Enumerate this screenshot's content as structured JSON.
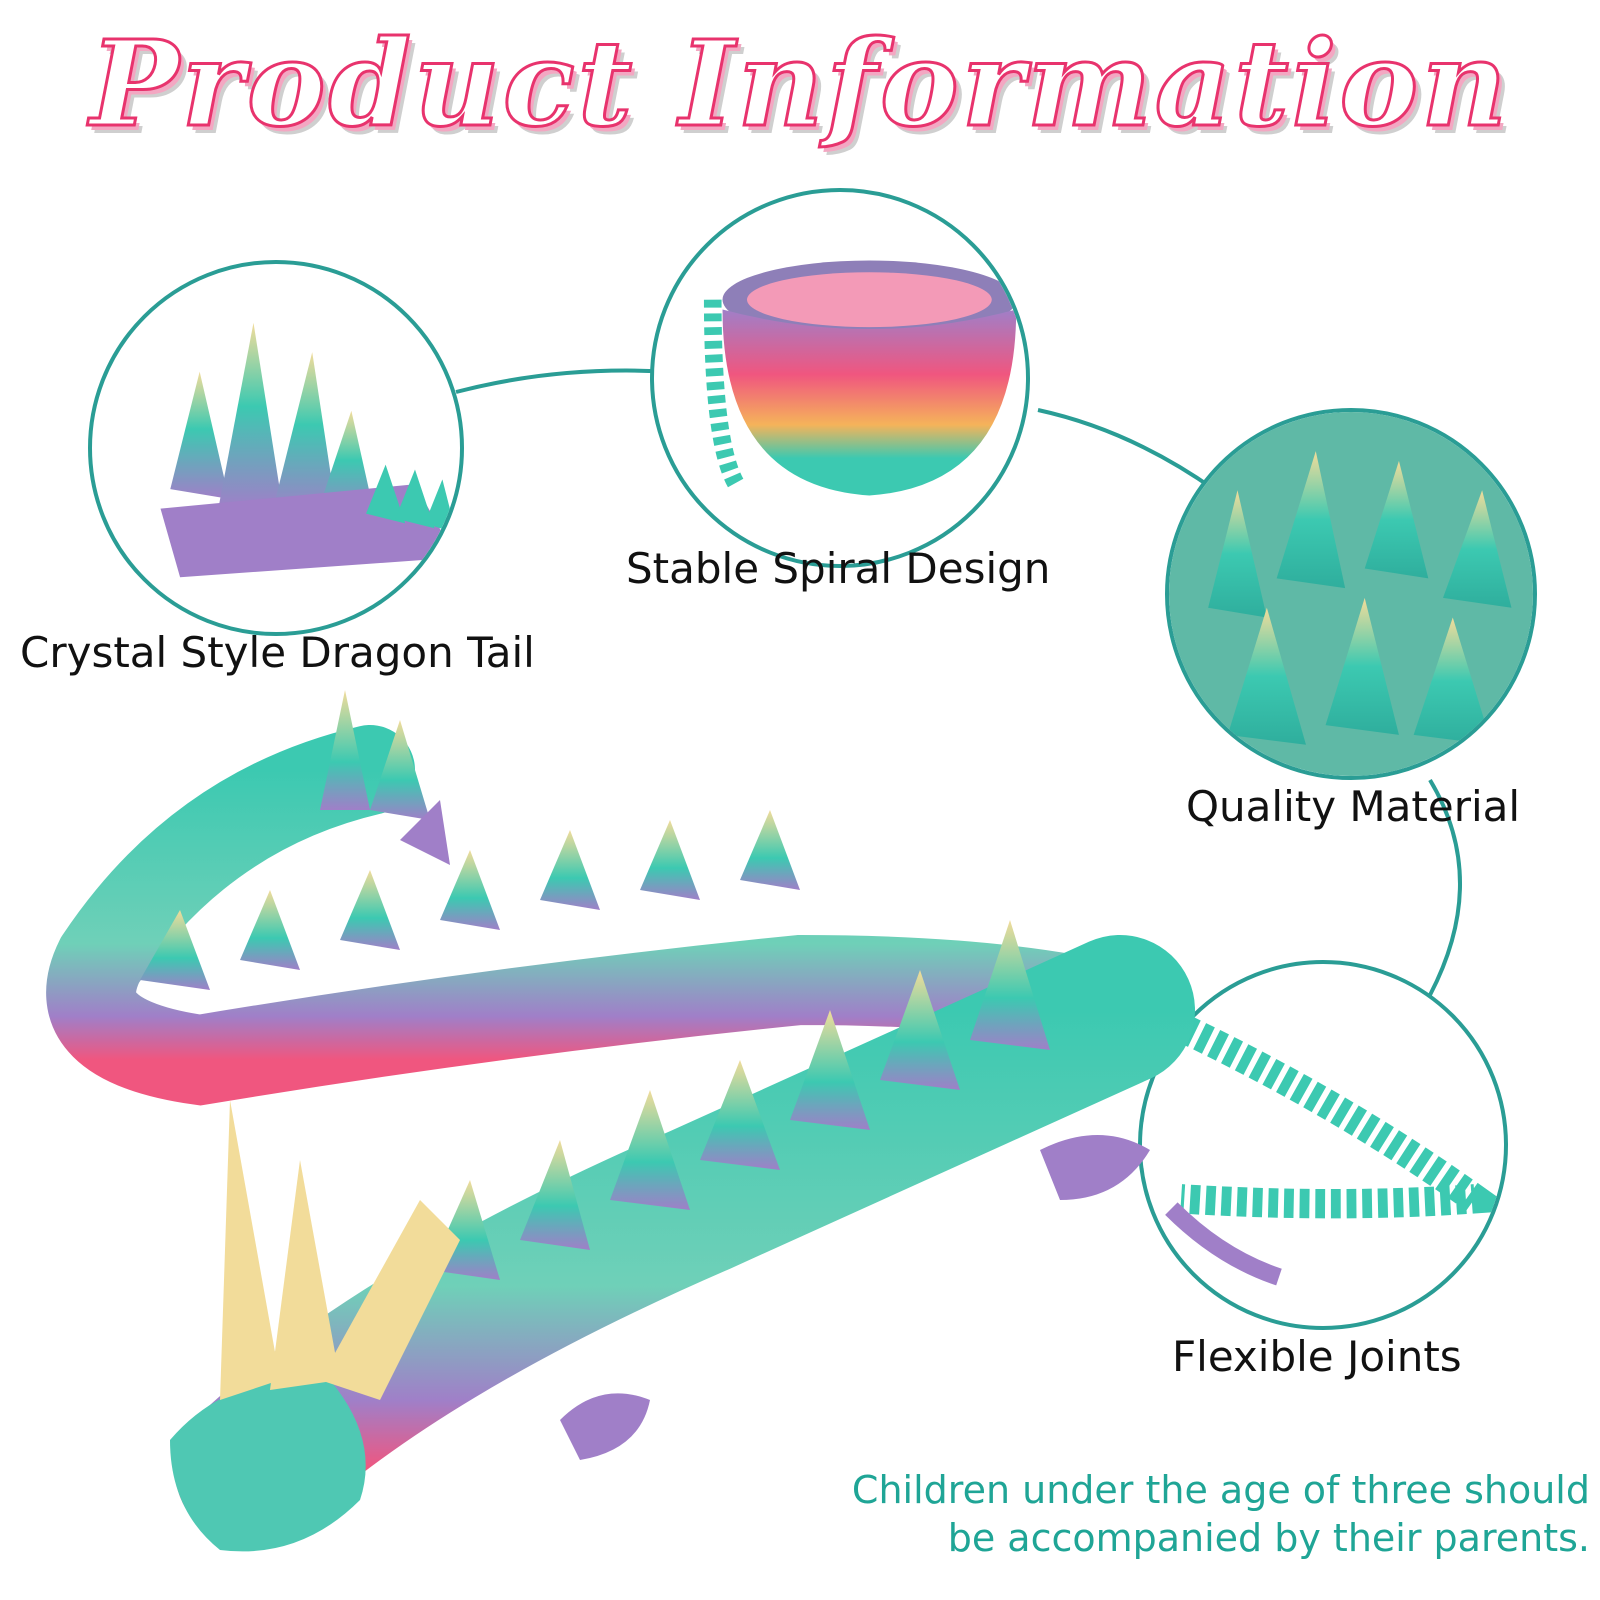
{
  "title": "Product Information",
  "features": {
    "tail": "Crystal Style Dragon Tail",
    "spiral": "Stable Spiral Design",
    "material": "Quality Material",
    "joints": "Flexible Joints"
  },
  "warning": {
    "line1": "Children under the age of three should",
    "line2": "be accompanied by their parents."
  },
  "colors": {
    "accent": "#2a9d95",
    "title_stroke": "#e8336d",
    "warning_text": "#1fa596",
    "teal": "#3cc9b1",
    "purple": "#a07fc8",
    "pink": "#f0567f",
    "gold": "#f2dc9a"
  }
}
